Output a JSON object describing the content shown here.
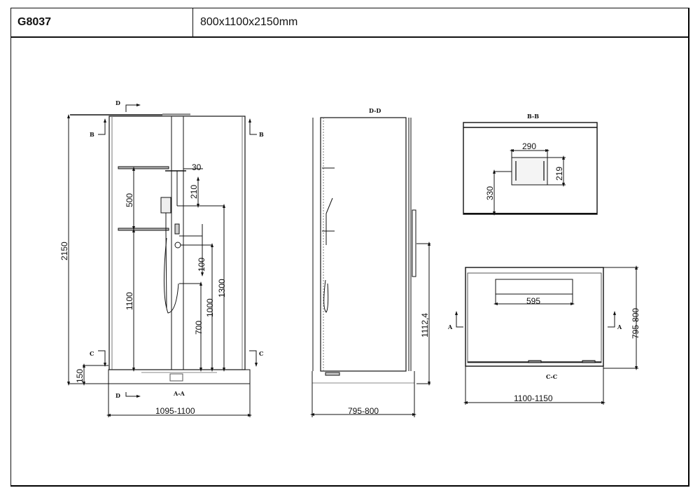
{
  "header": {
    "model": "G8037",
    "dimensions": "800x1100x2150mm"
  },
  "views": {
    "front": {
      "section_label": "A-A",
      "cut_markers": {
        "top": "D",
        "bottom": "D",
        "left_upper": "B",
        "right_upper": "B",
        "left_lower": "C",
        "right_lower": "C"
      },
      "dims": {
        "height_total": "2150",
        "width": "1095-1100",
        "tray_height": "150",
        "shelf_gap": "500",
        "shelf_height": "1100",
        "head_offset": "30",
        "head_drop": "210",
        "mixer_spacing": "100",
        "hose_outlet": "700",
        "mixer_height": "1000",
        "panel_height": "1300"
      }
    },
    "side": {
      "section_label": "D-D",
      "dims": {
        "depth": "795-800",
        "handle_height": "1112,4"
      }
    },
    "ceiling": {
      "section_label": "B-B",
      "dims": {
        "head_width": "290",
        "head_depth": "219",
        "head_offset": "330"
      }
    },
    "plan": {
      "section_label": "C-C",
      "cut_markers": {
        "left": "A",
        "right": "A"
      },
      "dims": {
        "seat_width": "595",
        "width": "1100-1150",
        "depth": "795-800"
      }
    }
  }
}
